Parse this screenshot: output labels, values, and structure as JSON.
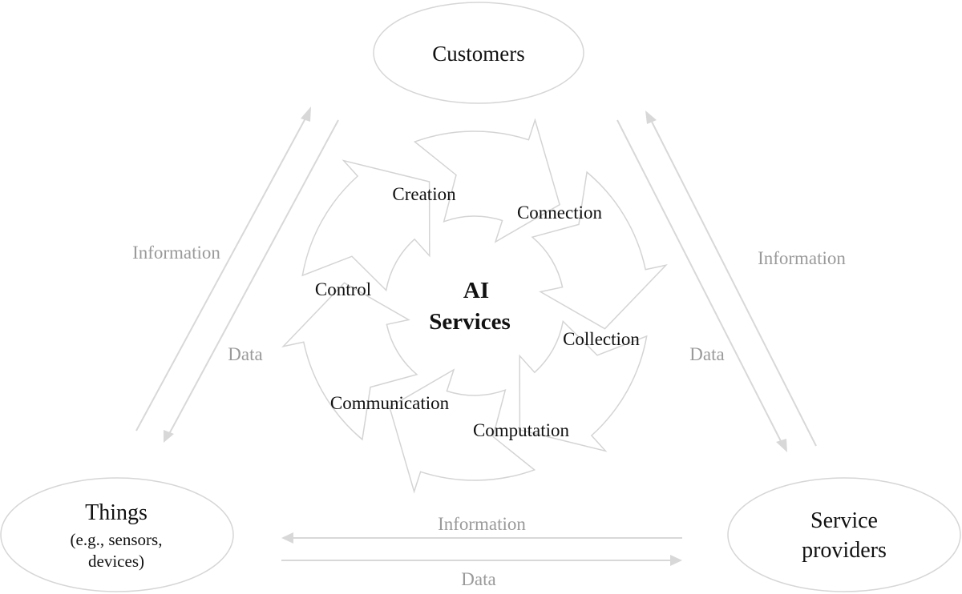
{
  "nodes": {
    "customers": "Customers",
    "things": "Things",
    "things_sub_1": "(e.g., sensors,",
    "things_sub_2": "devices)",
    "providers_1": "Service",
    "providers_2": "providers"
  },
  "center": {
    "line1": "AI",
    "line2": "Services"
  },
  "stages": [
    "Creation",
    "Connection",
    "Collection",
    "Computation",
    "Communication",
    "Control"
  ],
  "flows": {
    "left_information": "Information",
    "left_data": "Data",
    "right_information": "Information",
    "right_data": "Data",
    "bottom_information": "Information",
    "bottom_data": "Data"
  },
  "colors": {
    "text": "#111111",
    "flow_text": "#9a9a9a",
    "lines": "#d8d8d8"
  }
}
